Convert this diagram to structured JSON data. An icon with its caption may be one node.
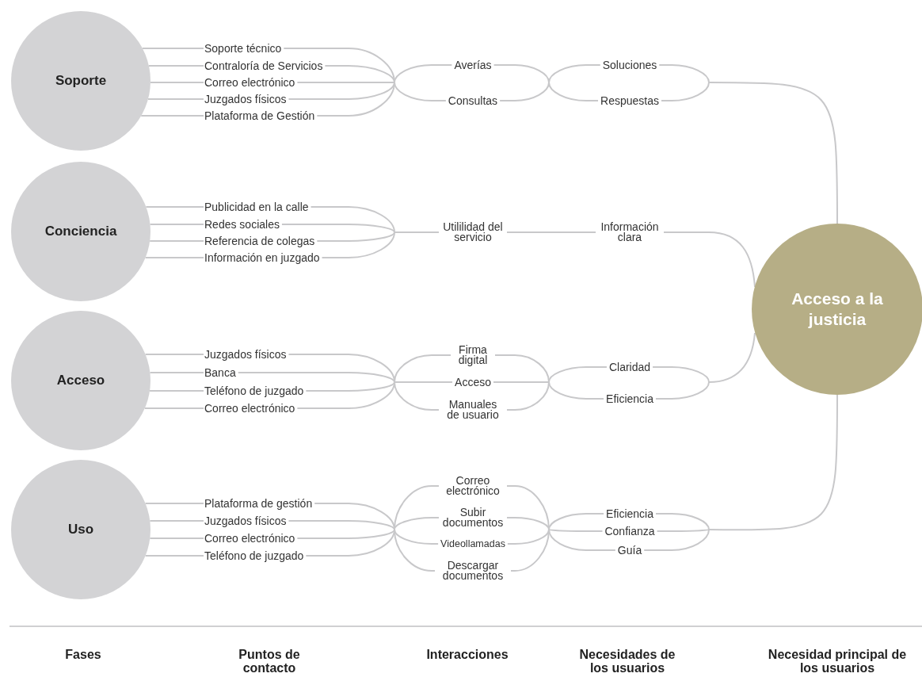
{
  "diagram": {
    "nodes": [
      {
        "text": [
          "Soporte"
        ]
      },
      {
        "text": [
          "Soporte técnico"
        ]
      },
      {
        "text": [
          "Contraloría de Servicios"
        ]
      },
      {
        "text": [
          "Correo electrónico"
        ]
      },
      {
        "text": [
          "Juzgados físicos"
        ]
      },
      {
        "text": [
          "Plataforma de Gestión"
        ]
      },
      {
        "text": [
          "Averías"
        ]
      },
      {
        "text": [
          "Consultas"
        ]
      },
      {
        "text": [
          "Soluciones"
        ]
      },
      {
        "text": [
          "Respuestas"
        ]
      },
      {
        "text": [
          "Conciencia"
        ]
      },
      {
        "text": [
          "Publicidad en la calle"
        ]
      },
      {
        "text": [
          "Redes sociales"
        ]
      },
      {
        "text": [
          "Referencia de colegas"
        ]
      },
      {
        "text": [
          "Información en juzgado"
        ]
      },
      {
        "text": [
          "Utililidad del servicio"
        ]
      },
      {
        "text": [
          "Información clara"
        ]
      },
      {
        "text": [
          "Acceso"
        ]
      },
      {
        "text": [
          "Juzgados físicos"
        ]
      },
      {
        "text": [
          "Banca"
        ]
      },
      {
        "text": [
          "Teléfono de juzgado"
        ]
      },
      {
        "text": [
          "Correo electrónico"
        ]
      },
      {
        "text": [
          "Firma digital"
        ]
      },
      {
        "text": [
          "Acceso"
        ]
      },
      {
        "text": [
          "Manuales de usuario"
        ]
      },
      {
        "text": [
          "Claridad"
        ]
      },
      {
        "text": [
          "Eficiencia"
        ]
      },
      {
        "text": [
          "Uso"
        ]
      },
      {
        "text": [
          "Plataforma de gestión"
        ]
      },
      {
        "text": [
          "Juzgados físicos"
        ]
      },
      {
        "text": [
          "Correo electrónico"
        ]
      },
      {
        "text": [
          "Teléfono de juzgado"
        ]
      },
      {
        "text": [
          "Correo electrónico"
        ]
      },
      {
        "text": [
          "Subir documentos"
        ]
      },
      {
        "text": [
          "Videollamadas"
        ]
      },
      {
        "text": [
          "Descargar documentos"
        ]
      },
      {
        "text": [
          "Eficiencia"
        ]
      },
      {
        "text": [
          "Confianza"
        ]
      },
      {
        "text": [
          "Guía"
        ]
      },
      {
        "text": [
          "Acceso a la justicia"
        ]
      }
    ],
    "edges": [
      {
        "from": 0,
        "to": 1,
        "arrow": "none"
      },
      {
        "from": 0,
        "to": 2,
        "arrow": "none"
      },
      {
        "from": 0,
        "to": 3,
        "arrow": "none"
      },
      {
        "from": 0,
        "to": 4,
        "arrow": "none"
      },
      {
        "from": 0,
        "to": 5,
        "arrow": "none"
      },
      {
        "from": 1,
        "to": 6,
        "arrow": "none"
      },
      {
        "from": 1,
        "to": 7,
        "arrow": "none"
      },
      {
        "from": 2,
        "to": 6,
        "arrow": "none"
      },
      {
        "from": 2,
        "to": 7,
        "arrow": "none"
      },
      {
        "from": 3,
        "to": 6,
        "arrow": "none"
      },
      {
        "from": 3,
        "to": 7,
        "arrow": "none"
      },
      {
        "from": 4,
        "to": 6,
        "arrow": "none"
      },
      {
        "from": 4,
        "to": 7,
        "arrow": "none"
      },
      {
        "from": 5,
        "to": 6,
        "arrow": "none"
      },
      {
        "from": 5,
        "to": 7,
        "arrow": "none"
      },
      {
        "from": 6,
        "to": 8,
        "arrow": "none"
      },
      {
        "from": 6,
        "to": 9,
        "arrow": "none"
      },
      {
        "from": 7,
        "to": 8,
        "arrow": "none"
      },
      {
        "from": 7,
        "to": 9,
        "arrow": "none"
      },
      {
        "from": 8,
        "to": 39,
        "arrow": "none"
      },
      {
        "from": 9,
        "to": 39,
        "arrow": "none"
      },
      {
        "from": 10,
        "to": 11,
        "arrow": "none"
      },
      {
        "from": 10,
        "to": 12,
        "arrow": "none"
      },
      {
        "from": 10,
        "to": 13,
        "arrow": "none"
      },
      {
        "from": 10,
        "to": 14,
        "arrow": "none"
      },
      {
        "from": 11,
        "to": 15,
        "arrow": "none"
      },
      {
        "from": 12,
        "to": 15,
        "arrow": "none"
      },
      {
        "from": 13,
        "to": 15,
        "arrow": "none"
      },
      {
        "from": 14,
        "to": 15,
        "arrow": "none"
      },
      {
        "from": 15,
        "to": 16,
        "arrow": "none"
      },
      {
        "from": 16,
        "to": 39,
        "arrow": "none"
      },
      {
        "from": 17,
        "to": 18,
        "arrow": "none"
      },
      {
        "from": 17,
        "to": 19,
        "arrow": "none"
      },
      {
        "from": 17,
        "to": 20,
        "arrow": "none"
      },
      {
        "from": 17,
        "to": 21,
        "arrow": "none"
      },
      {
        "from": 18,
        "to": 22,
        "arrow": "none"
      },
      {
        "from": 18,
        "to": 23,
        "arrow": "none"
      },
      {
        "from": 18,
        "to": 24,
        "arrow": "none"
      },
      {
        "from": 19,
        "to": 22,
        "arrow": "none"
      },
      {
        "from": 19,
        "to": 23,
        "arrow": "none"
      },
      {
        "from": 19,
        "to": 24,
        "arrow": "none"
      },
      {
        "from": 20,
        "to": 22,
        "arrow": "none"
      },
      {
        "from": 20,
        "to": 23,
        "arrow": "none"
      },
      {
        "from": 20,
        "to": 24,
        "arrow": "none"
      },
      {
        "from": 21,
        "to": 22,
        "arrow": "none"
      },
      {
        "from": 21,
        "to": 23,
        "arrow": "none"
      },
      {
        "from": 21,
        "to": 24,
        "arrow": "none"
      },
      {
        "from": 22,
        "to": 25,
        "arrow": "none"
      },
      {
        "from": 22,
        "to": 26,
        "arrow": "none"
      },
      {
        "from": 23,
        "to": 25,
        "arrow": "none"
      },
      {
        "from": 23,
        "to": 26,
        "arrow": "none"
      },
      {
        "from": 24,
        "to": 25,
        "arrow": "none"
      },
      {
        "from": 24,
        "to": 26,
        "arrow": "none"
      },
      {
        "from": 25,
        "to": 39,
        "arrow": "none"
      },
      {
        "from": 26,
        "to": 39,
        "arrow": "none"
      },
      {
        "from": 27,
        "to": 28,
        "arrow": "none"
      },
      {
        "from": 27,
        "to": 29,
        "arrow": "none"
      },
      {
        "from": 27,
        "to": 30,
        "arrow": "none"
      },
      {
        "from": 27,
        "to": 31,
        "arrow": "none"
      },
      {
        "from": 28,
        "to": 32,
        "arrow": "none"
      },
      {
        "from": 28,
        "to": 33,
        "arrow": "none"
      },
      {
        "from": 28,
        "to": 34,
        "arrow": "none"
      },
      {
        "from": 28,
        "to": 35,
        "arrow": "none"
      },
      {
        "from": 29,
        "to": 32,
        "arrow": "none"
      },
      {
        "from": 29,
        "to": 33,
        "arrow": "none"
      },
      {
        "from": 29,
        "to": 34,
        "arrow": "none"
      },
      {
        "from": 29,
        "to": 35,
        "arrow": "none"
      },
      {
        "from": 30,
        "to": 32,
        "arrow": "none"
      },
      {
        "from": 30,
        "to": 33,
        "arrow": "none"
      },
      {
        "from": 30,
        "to": 34,
        "arrow": "none"
      },
      {
        "from": 30,
        "to": 35,
        "arrow": "none"
      },
      {
        "from": 31,
        "to": 32,
        "arrow": "none"
      },
      {
        "from": 31,
        "to": 33,
        "arrow": "none"
      },
      {
        "from": 31,
        "to": 34,
        "arrow": "none"
      },
      {
        "from": 31,
        "to": 35,
        "arrow": "none"
      },
      {
        "from": 32,
        "to": 36,
        "arrow": "none"
      },
      {
        "from": 32,
        "to": 37,
        "arrow": "none"
      },
      {
        "from": 32,
        "to": 38,
        "arrow": "none"
      },
      {
        "from": 33,
        "to": 36,
        "arrow": "none"
      },
      {
        "from": 33,
        "to": 37,
        "arrow": "none"
      },
      {
        "from": 33,
        "to": 38,
        "arrow": "none"
      },
      {
        "from": 34,
        "to": 36,
        "arrow": "none"
      },
      {
        "from": 34,
        "to": 37,
        "arrow": "none"
      },
      {
        "from": 34,
        "to": 38,
        "arrow": "none"
      },
      {
        "from": 35,
        "to": 36,
        "arrow": "none"
      },
      {
        "from": 35,
        "to": 37,
        "arrow": "none"
      },
      {
        "from": 35,
        "to": 38,
        "arrow": "none"
      },
      {
        "from": 36,
        "to": 39,
        "arrow": "none"
      },
      {
        "from": 37,
        "to": 39,
        "arrow": "none"
      },
      {
        "from": 38,
        "to": 39,
        "arrow": "none"
      }
    ],
    "labels": [
      "Fases",
      "Puntos de contacto",
      "Interacciones",
      "Necesidades de los usuarios",
      "Necesidad principal de los usuarios"
    ]
  }
}
